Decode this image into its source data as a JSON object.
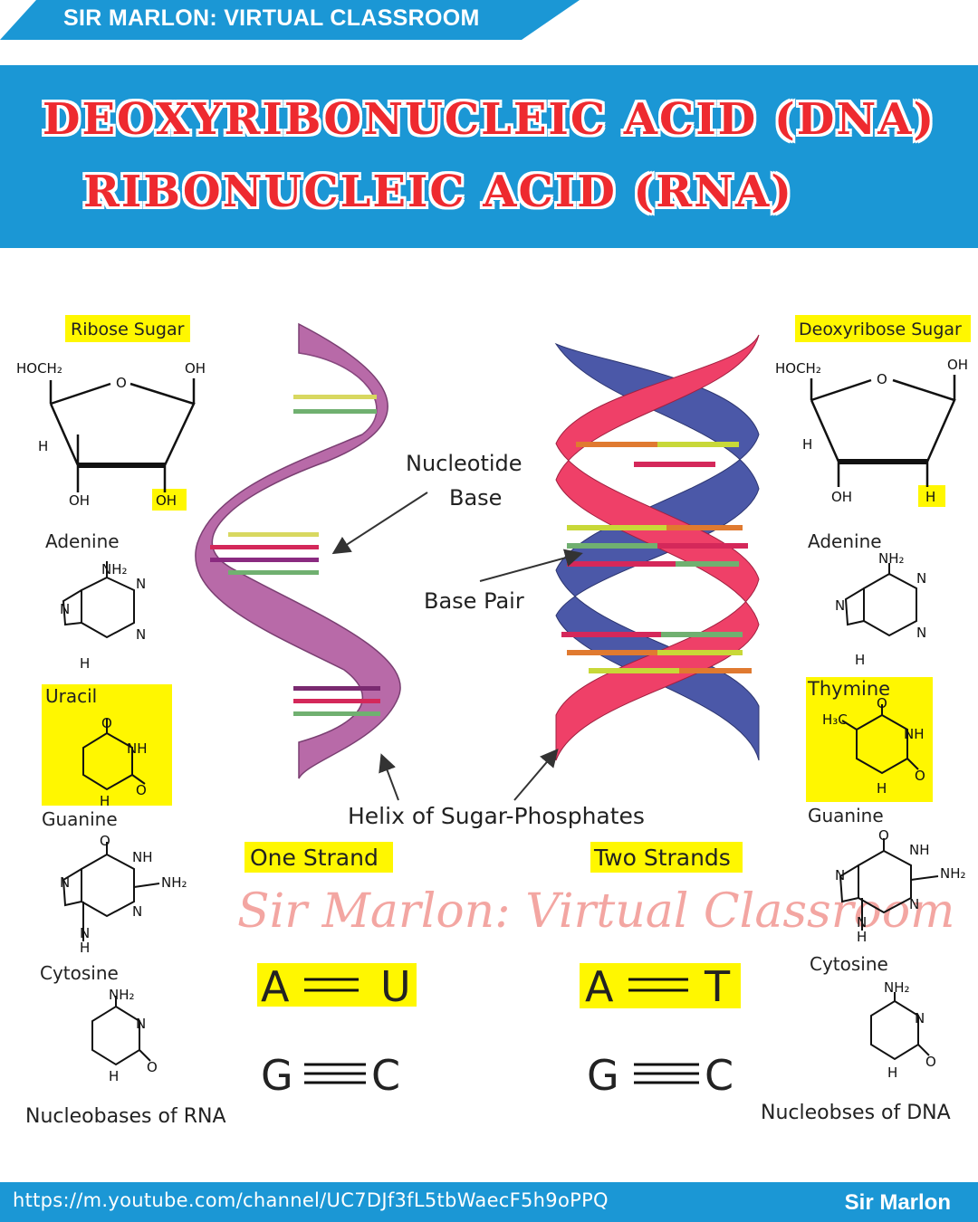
{
  "top_tag": "SIR MARLON: VIRTUAL CLASSROOM",
  "title_line1": "DEOXYRIBONUCLEIC ACID (DNA)",
  "title_line2": "RIBONUCLEIC ACID (RNA)",
  "colors": {
    "banner": "#1b97d5",
    "title_red": "#ee2a2f",
    "highlight": "#fff700",
    "rna_strand": "#b86aa8",
    "dna_strand_red": "#ef4068",
    "dna_strand_blue": "#4b58a8"
  },
  "rna": {
    "sugar_label": "Ribose Sugar",
    "sugar_groups": {
      "top_left": "HOCH₂",
      "ring_o": "O",
      "top_right": "OH",
      "left_h": "H",
      "bottom_left": "OH",
      "bottom_right": "OH"
    },
    "bases": [
      {
        "name": "Adenine",
        "highlighted": false
      },
      {
        "name": "Uracil",
        "highlighted": true
      },
      {
        "name": "Guanine",
        "highlighted": false
      },
      {
        "name": "Cytosine",
        "highlighted": false
      }
    ],
    "caption": "Nucleobases of RNA",
    "strand_label": "One Strand",
    "pair1": {
      "left": "A",
      "right": "U"
    },
    "pair2": {
      "left": "G",
      "right": "C"
    }
  },
  "dna": {
    "sugar_label": "Deoxyribose Sugar",
    "sugar_groups": {
      "top_left": "HOCH₂",
      "ring_o": "O",
      "top_right": "OH",
      "left_h": "H",
      "bottom_left": "OH",
      "bottom_right": "H"
    },
    "bases": [
      {
        "name": "Adenine",
        "highlighted": false
      },
      {
        "name": "Thymine",
        "highlighted": true
      },
      {
        "name": "Guanine",
        "highlighted": false
      },
      {
        "name": "Cytosine",
        "highlighted": false
      }
    ],
    "caption": "Nucleobses of DNA",
    "strand_label": "Two Strands",
    "pair1": {
      "left": "A",
      "right": "T"
    },
    "pair2": {
      "left": "G",
      "right": "C"
    }
  },
  "labels": {
    "nucleotide_base": "Nucleotide",
    "nucleotide_base2": "Base",
    "base_pair": "Base Pair",
    "helix": "Helix of Sugar-Phosphates"
  },
  "chem": {
    "nh2": "NH₂",
    "n": "N",
    "h": "H",
    "nh": "NH",
    "o": "O",
    "h3c": "H₃C"
  },
  "watermark": "Sir Marlon: Virtual Classroom",
  "footer": {
    "url": "https://m.youtube.com/channel/UC7DJf3fL5tbWaecF5h9oPPQ",
    "name": "Sir Marlon"
  }
}
